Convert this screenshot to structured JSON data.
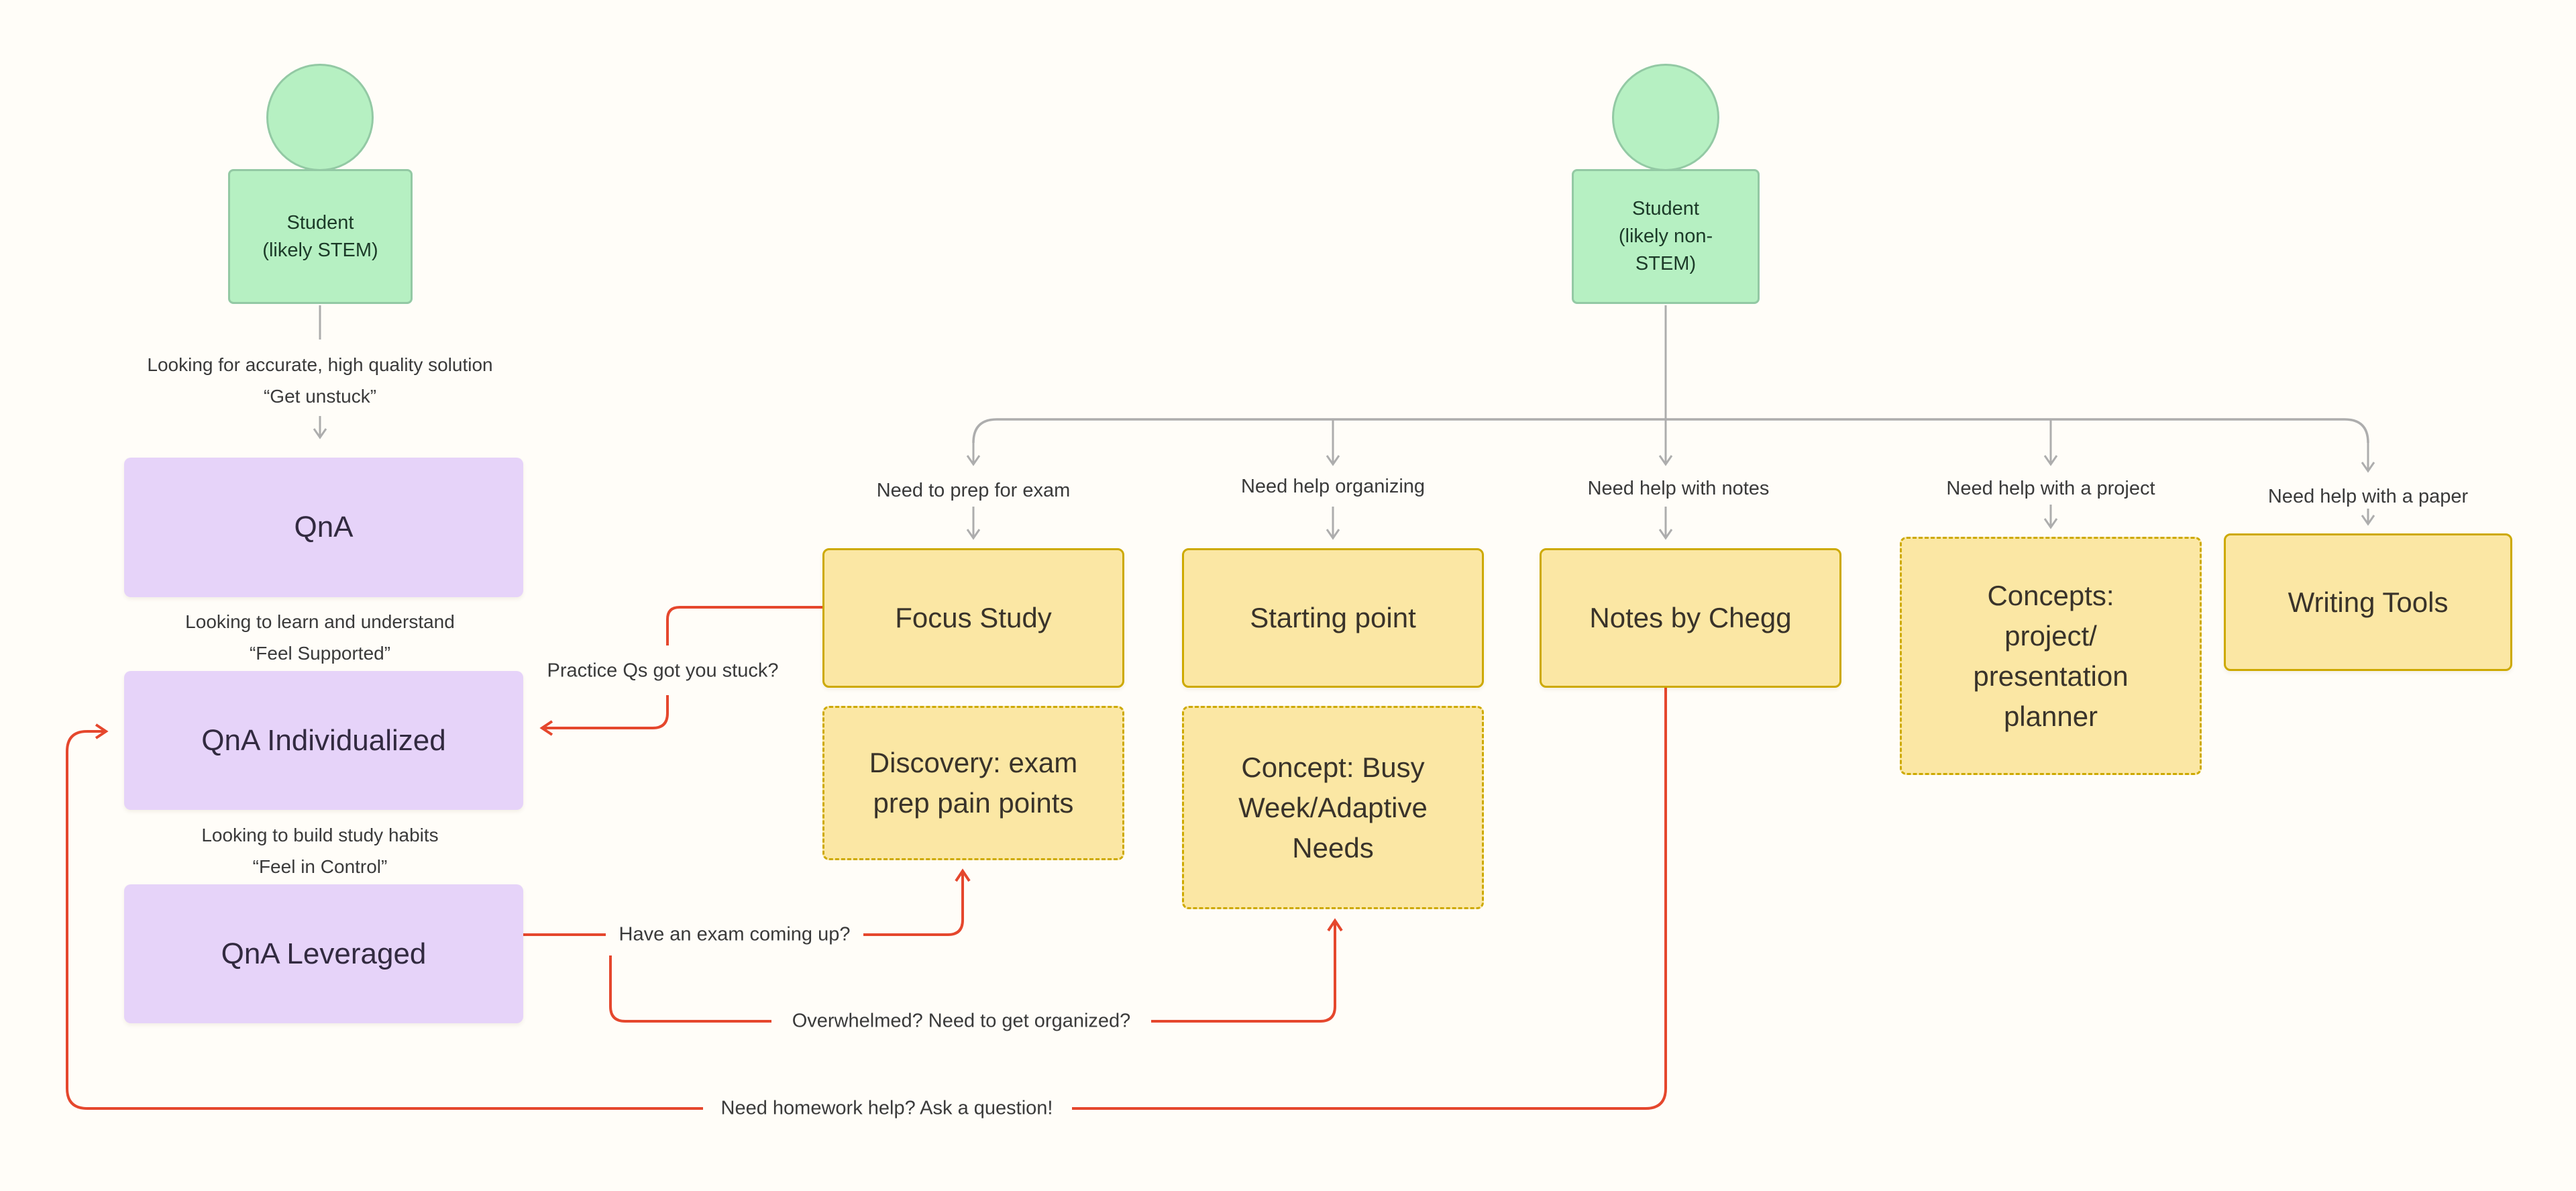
{
  "colors": {
    "background": "#FFFDF8",
    "persona_fill": "#B6F0C2",
    "persona_border": "#93C9A4",
    "qna_node_fill": "#E6D3F9",
    "feature_fill": "#FBE7A4",
    "feature_border": "#CDA900",
    "connector_gray": "#ADADAD",
    "connector_red": "#E5472D",
    "label_text": "#3A3A3A"
  },
  "left_flow": {
    "persona": "Student\n(likely STEM)",
    "captions": {
      "get_unstuck": "Looking for accurate, high quality solution\n“Get unstuck”",
      "feel_supported": "Looking to learn and understand\n“Feel Supported”",
      "feel_in_control": "Looking to build study habits\n“Feel in Control”"
    },
    "nodes": [
      {
        "label": "QnA"
      },
      {
        "label": "QnA Individualized"
      },
      {
        "label": "QnA Leveraged"
      }
    ]
  },
  "right_flow": {
    "persona": "Student\n(likely non-\nSTEM)",
    "branches": [
      {
        "need": "Need to prep for exam",
        "product": "Focus Study",
        "secondary": "Discovery: exam\nprep pain points"
      },
      {
        "need": "Need help organizing",
        "product": "Starting point",
        "secondary": "Concept: Busy\nWeek/Adaptive\nNeeds"
      },
      {
        "need": "Need help with notes",
        "product": "Notes by Chegg"
      },
      {
        "need": "Need help with a project",
        "product": "Concepts:\nproject/\npresentation\nplanner"
      },
      {
        "need": "Need help with a paper",
        "product": "Writing Tools"
      }
    ]
  },
  "cross_links": [
    {
      "label": "Practice Qs got you stuck?",
      "from": "Focus Study",
      "to": "QnA Individualized"
    },
    {
      "label": "Have an exam coming up?",
      "from": "QnA Leveraged",
      "to": "Discovery: exam prep pain points"
    },
    {
      "label": "Overwhelmed? Need to get organized?",
      "from": "QnA Leveraged",
      "to": "Concept: Busy Week/Adaptive Needs"
    },
    {
      "label": "Need homework help? Ask a question!",
      "from": "Notes by Chegg",
      "to": "QnA Individualized"
    }
  ]
}
